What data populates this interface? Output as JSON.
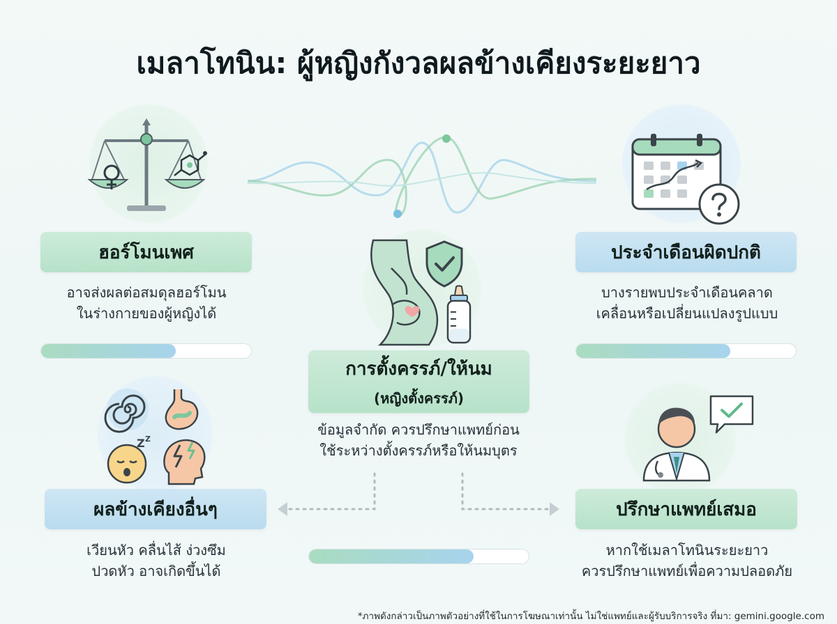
{
  "title": "เมลาโทนิน: ผู้หญิงกังวลผลข้างเคียงระยะยาว",
  "cards": {
    "hormone": {
      "label": "ฮอร์โมนเพศ",
      "desc_line1": "อาจส่งผลต่อสมดุลฮอร์โมน",
      "desc_line2": "ในร่างกายของผู้หญิงได้",
      "level": 0.64
    },
    "period": {
      "label": "ประจำเดือนผิดปกติ",
      "desc_line1": "บางรายพบประจำเดือนคลาด",
      "desc_line2": "เคลื่อนหรือเปลี่ยนแปลงรูปแบบ",
      "level": 0.7
    },
    "pregnancy": {
      "label": "การตั้งครรภ์/ให้นม",
      "sublabel": "(หญิงตั้งครรภ์)",
      "desc_line1": "ข้อมูลจำกัด ควรปรึกษาแพทย์ก่อน",
      "desc_line2": "ใช้ระหว่างตั้งครรภ์หรือให้นมบุตร",
      "level": 0.75
    },
    "other": {
      "label": "ผลข้างเคียงอื่นๆ",
      "desc_line1": "เวียนหัว คลื่นไส้ ง่วงซึม",
      "desc_line2": "ปวดหัว อาจเกิดขึ้นได้"
    },
    "doctor": {
      "label": "ปรึกษาแพทย์เสมอ",
      "desc_line1": "หากใช้เมลาโทนินระยะยาว",
      "desc_line2": "ควรปรึกษาแพทย์เพื่อความปลอดภัย"
    }
  },
  "footer": "*ภาพดังกล่าวเป็นภาพตัวอย่างที่ใช้ในการโฆษณาเท่านั้น ไม่ใช่แพทย์และผู้รับบริการจริง ที่มา: gemini.google.com",
  "colors": {
    "green_pill": "#b7e2c9",
    "blue_pill": "#b9dcef",
    "accent_green": "#5fb98a",
    "accent_blue": "#6fb5dc"
  },
  "icons": [
    "scale-icon",
    "female-symbol-icon",
    "molecule-icon",
    "calendar-icon",
    "question-icon",
    "pregnant-woman-icon",
    "shield-check-icon",
    "baby-bottle-icon",
    "spiral-icon",
    "stomach-icon",
    "sleepy-face-icon",
    "headache-icon",
    "doctor-icon",
    "chat-check-icon",
    "wave-icon"
  ]
}
